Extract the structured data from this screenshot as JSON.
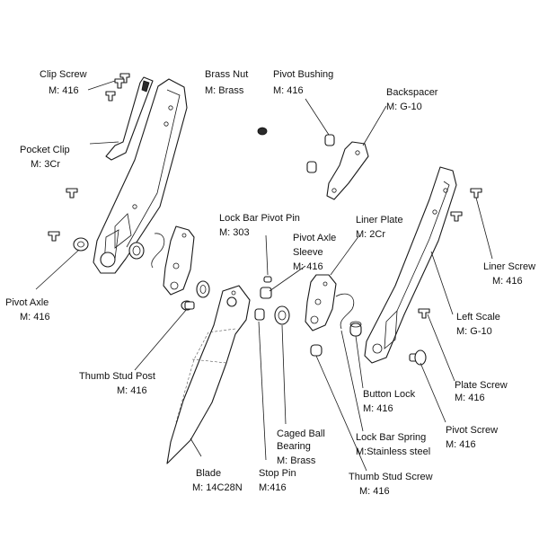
{
  "labels": {
    "clip_screw": {
      "name": "Clip Screw",
      "material": "M:  416"
    },
    "brass_nut": {
      "name": "Brass Nut",
      "material": "M:  Brass"
    },
    "pivot_bushing": {
      "name": "Pivot Bushing",
      "material": "M:  416"
    },
    "backspacer": {
      "name": "Backspacer",
      "material": "M:  G-10"
    },
    "pocket_clip": {
      "name": "Pocket Clip",
      "material": "M:  3Cr"
    },
    "lock_bar_pivot_pin": {
      "name": "Lock Bar Pivot Pin",
      "material": "M:  303"
    },
    "liner_plate": {
      "name": "Liner Plate",
      "material": "M:  2Cr"
    },
    "pivot_axle_sleeve": {
      "name1": "Pivot Axle",
      "name2": "Sleeve",
      "material": "M:  416"
    },
    "liner_screw": {
      "name": "Liner Screw",
      "material": "M:  416"
    },
    "pivot_axle": {
      "name": "Pivot Axle",
      "material": "M:  416"
    },
    "left_scale": {
      "name": "Left Scale",
      "material": "M:  G-10"
    },
    "thumb_stud_post": {
      "name": "Thumb Stud Post",
      "material": "M:  416"
    },
    "plate_screw": {
      "name": "Plate Screw",
      "material": "M:  416"
    },
    "button_lock": {
      "name": "Button Lock",
      "material": "M:  416"
    },
    "pivot_screw": {
      "name": "Pivot Screw",
      "material": "M:  416"
    },
    "caged_ball_bearing": {
      "name1": "Caged Ball",
      "name2": "Bearing",
      "material": "M:  Brass"
    },
    "lock_bar_spring": {
      "name": "Lock Bar Spring",
      "material": "M:Stainless steel"
    },
    "blade": {
      "name": "Blade",
      "material": "M:  14C28N"
    },
    "stop_pin": {
      "name": "Stop Pin",
      "material": "M:416"
    },
    "thumb_stud_screw": {
      "name": "Thumb Stud Screw",
      "material": "M:  416"
    }
  }
}
